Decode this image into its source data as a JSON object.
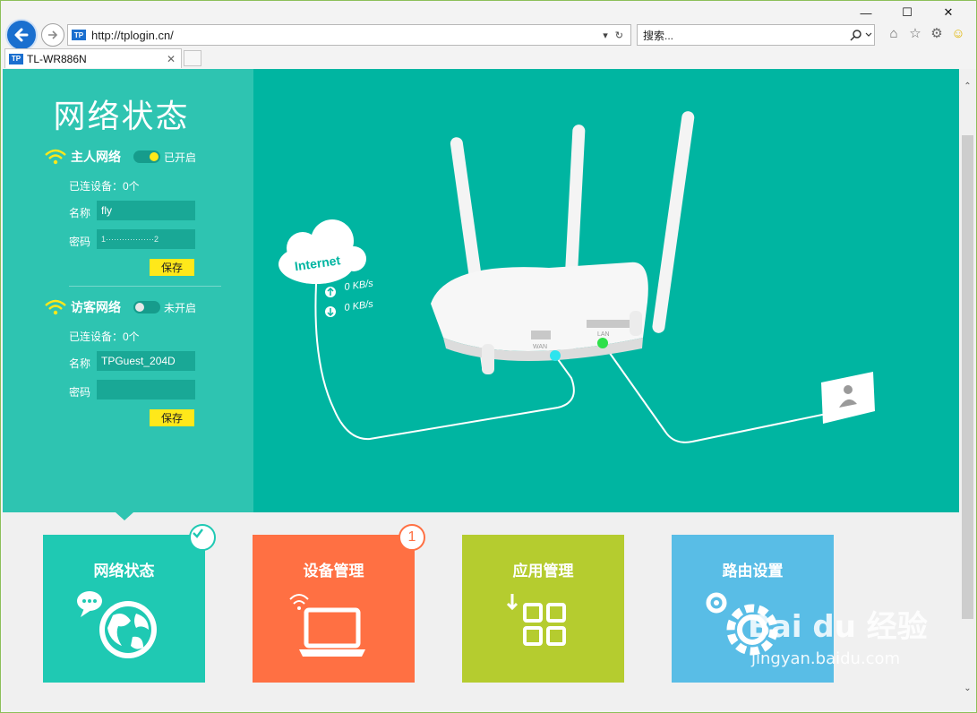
{
  "browser": {
    "address": "http://tplogin.cn/",
    "search_placeholder": "搜索...",
    "tab_title": "TL-WR886N",
    "tp_badge": "TP"
  },
  "sidebar": {
    "title": "网络状态",
    "main": {
      "label": "主人网络",
      "toggle_state": "已开启",
      "connected": "已连设备：0个",
      "name_label": "名称",
      "name_value": "fly",
      "pwd_label": "密码",
      "pwd_value": "1··················2",
      "save": "保存"
    },
    "guest": {
      "label": "访客网络",
      "toggle_state": "未开启",
      "connected": "已连设备：0个",
      "name_label": "名称",
      "name_value": "TPGuest_204D",
      "pwd_label": "密码",
      "pwd_value": "",
      "save": "保存"
    }
  },
  "diagram": {
    "internet": "Internet",
    "upload": "0 KB/s",
    "download": "0 KB/s",
    "wan": "WAN",
    "lan": "LAN"
  },
  "tiles": [
    {
      "title": "网络状态",
      "color": "#1fc9b3",
      "badge": "check"
    },
    {
      "title": "设备管理",
      "color": "#ff7043",
      "badge": "1"
    },
    {
      "title": "应用管理",
      "color": "#b5cc2f"
    },
    {
      "title": "路由设置",
      "color": "#59bde6"
    }
  ],
  "watermark": {
    "main": "Bai du 经验",
    "sub": "jingyan.baidu.com"
  },
  "colors": {
    "hero": "#00b5a1",
    "sidebar": "#2ec4b1",
    "save_button": "#ffe81a",
    "wifi": "#ffe81a"
  }
}
